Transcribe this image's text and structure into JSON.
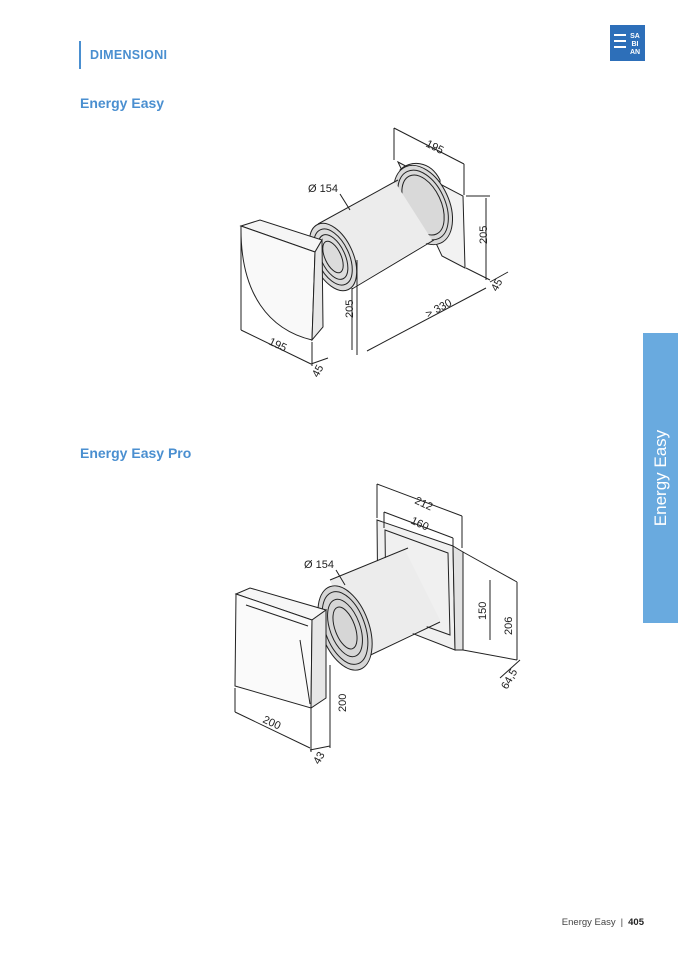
{
  "header": {
    "section_title": "DIMENSIONI"
  },
  "logo": {
    "text_lines": [
      "SA",
      "BI",
      "AN"
    ],
    "color": "#2d6fb9"
  },
  "products": [
    {
      "title": "Energy Easy",
      "dimensions": {
        "diameter": "Ø 154",
        "depth_top": "195",
        "height_back": "205",
        "thickness_back": "45",
        "length": "> 330",
        "height_front": "205",
        "width_front": "195",
        "thickness_front": "45"
      }
    },
    {
      "title": "Energy Easy Pro",
      "dimensions": {
        "diameter": "Ø 154",
        "width_outer": "212",
        "width_inner": "160",
        "height_inner": "150",
        "height_outer": "206",
        "thickness_back": "64,5",
        "height_front": "200",
        "width_front": "200",
        "thickness_front": "43"
      }
    }
  ],
  "side_tab": {
    "label": "Energy Easy",
    "color": "#69aadf"
  },
  "footer": {
    "product_name": "Energy Easy",
    "separator": "|",
    "page_number": "405"
  }
}
